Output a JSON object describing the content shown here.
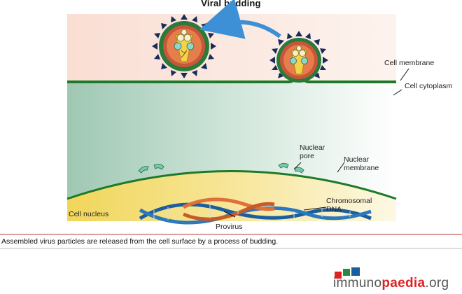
{
  "title": "Viral budding",
  "labels": {
    "cell_membrane": "Cell membrane",
    "cell_cytoplasm": "Cell cytoplasm",
    "nuclear_pore": "Nuclear\npore",
    "nuclear_membrane": "Nuclear\nmembrane",
    "cell_nucleus": "Cell nucleus",
    "chromosomal_dna": "Chromosomal\nDNA",
    "provirus": "Provirus"
  },
  "caption": "Assembled virus particles are released from the cell surface by a process of budding.",
  "logo": {
    "part1": "immuno",
    "part2": "paedia",
    "part3": ".org"
  },
  "colors": {
    "membrane": "#1e7a2a",
    "extracellular": "#fbe7dd",
    "cytoplasm": "#a9d0be",
    "nucleus": "#f6e07a",
    "arrow": "#3d8fd6",
    "virus_spike": "#1a2a5a",
    "dna_blue": "#1b5e9e",
    "dna_orange": "#e0703a",
    "logo_red": "#dd2222"
  }
}
